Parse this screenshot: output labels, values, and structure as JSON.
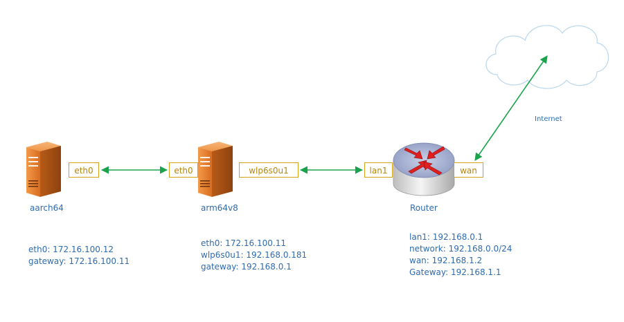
{
  "nodes": {
    "aarch64": {
      "name": "aarch64",
      "port": "eth0",
      "info": [
        "eth0: 172.16.100.12",
        "gateway: 172.16.100.11"
      ]
    },
    "arm64v8": {
      "name": "arm64v8",
      "port_left": "eth0",
      "port_right": "wlp6s0u1",
      "info": [
        "eth0: 172.16.100.11",
        "wlp6s0u1: 192.168.0.181",
        "gateway: 192.168.0.1"
      ]
    },
    "router": {
      "name": "Router",
      "port_left": "lan1",
      "port_right": "wan",
      "info": [
        "lan1: 192.168.0.1",
        "network: 192.168.0.0/24",
        "wan: 192.168.1.2",
        "Gateway: 192.168.1.1"
      ]
    }
  },
  "cloud": {
    "label": "Internet"
  },
  "colors": {
    "link": "#1aa34a",
    "port_border": "#d4a017",
    "port_text": "#b8860b",
    "label_text": "#2e6bb0",
    "server_orange": "#e07a2a",
    "router_arrows": "#e02020",
    "cloud_stroke": "#b9d7ee"
  },
  "icons": [
    "server-icon",
    "router-icon",
    "cloud-icon"
  ]
}
